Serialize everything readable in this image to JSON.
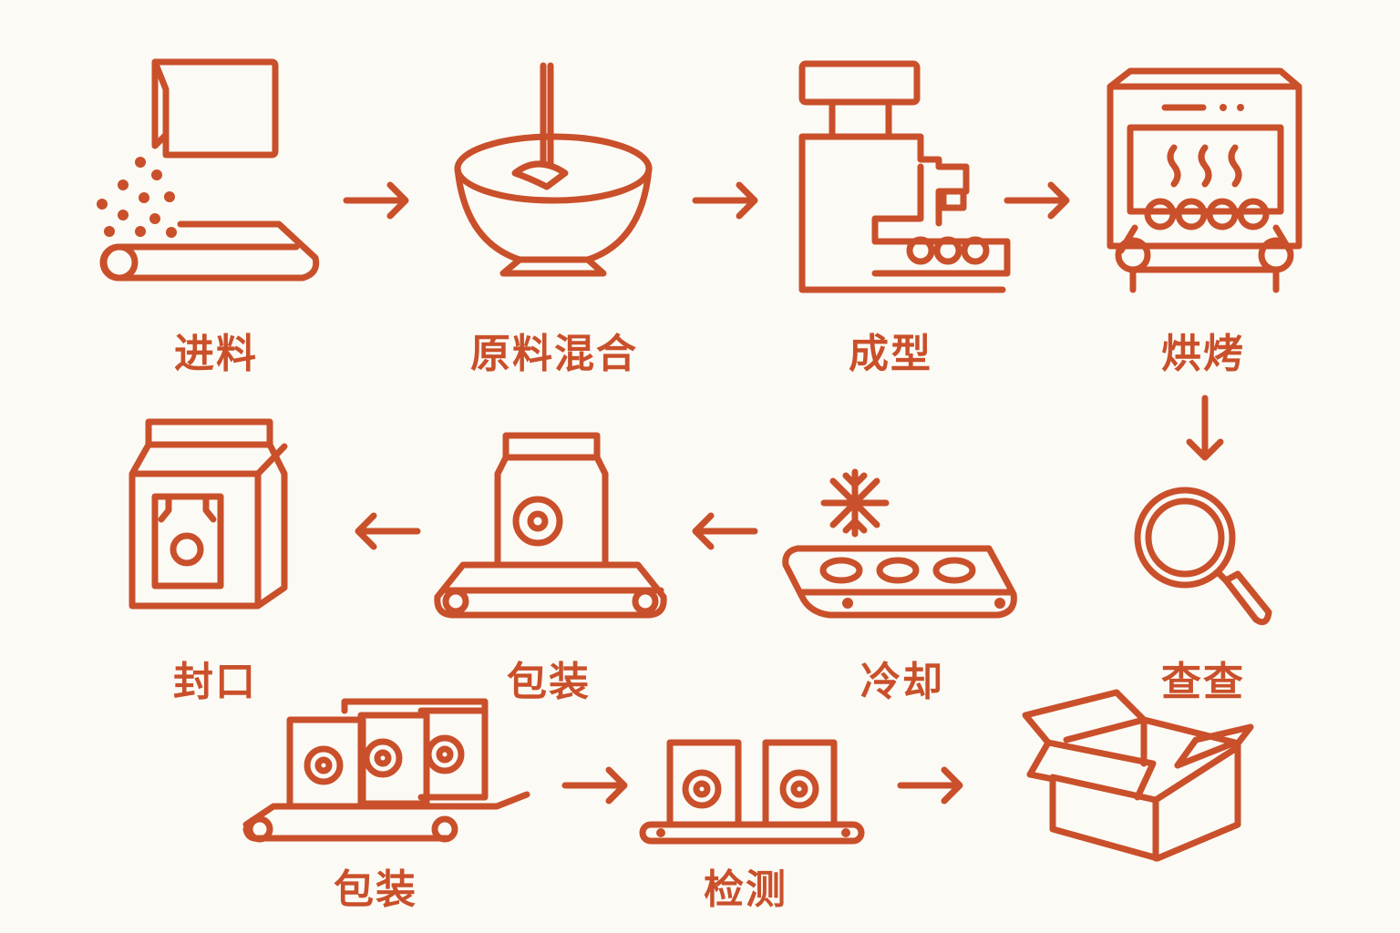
{
  "title": "Process flow diagram",
  "colors": {
    "accent": "#c9502a",
    "background": "#fcfaf5"
  },
  "steps": [
    {
      "label": "进料",
      "icon": "feeding-icon"
    },
    {
      "label": "原料混合",
      "icon": "mixing-bowl-icon"
    },
    {
      "label": "成型",
      "icon": "forming-machine-icon"
    },
    {
      "label": "烘烤",
      "icon": "oven-icon"
    },
    {
      "label": "查查",
      "icon": "magnifier-icon"
    },
    {
      "label": "冷却",
      "icon": "cooling-conveyor-icon"
    },
    {
      "label": "包装",
      "icon": "bag-conveyor-icon"
    },
    {
      "label": "封口",
      "icon": "sealed-box-icon"
    },
    {
      "label": "包装",
      "icon": "multi-bag-conveyor-icon"
    },
    {
      "label": "检测",
      "icon": "inspection-conveyor-icon"
    },
    {
      "label": "",
      "icon": "open-box-icon"
    }
  ],
  "arrows": [
    "right",
    "right",
    "right",
    "down",
    "left",
    "left",
    "right",
    "right"
  ]
}
